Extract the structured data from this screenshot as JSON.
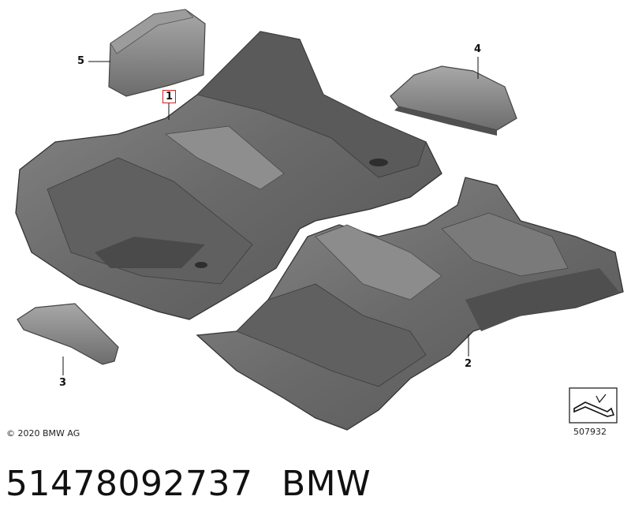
{
  "callouts": {
    "c1": "1",
    "c2": "2",
    "c3": "3",
    "c4": "4",
    "c5": "5"
  },
  "footer": {
    "copyright": "© 2020 BMW AG",
    "diagram_id": "507932"
  },
  "caption": {
    "part_number": "51478092737",
    "brand": "BMW"
  },
  "colors": {
    "highlight_box": "#d02020",
    "part_fill": "#6e6e6e",
    "part_dark": "#4a4a4a",
    "part_light": "#9a9a9a"
  }
}
